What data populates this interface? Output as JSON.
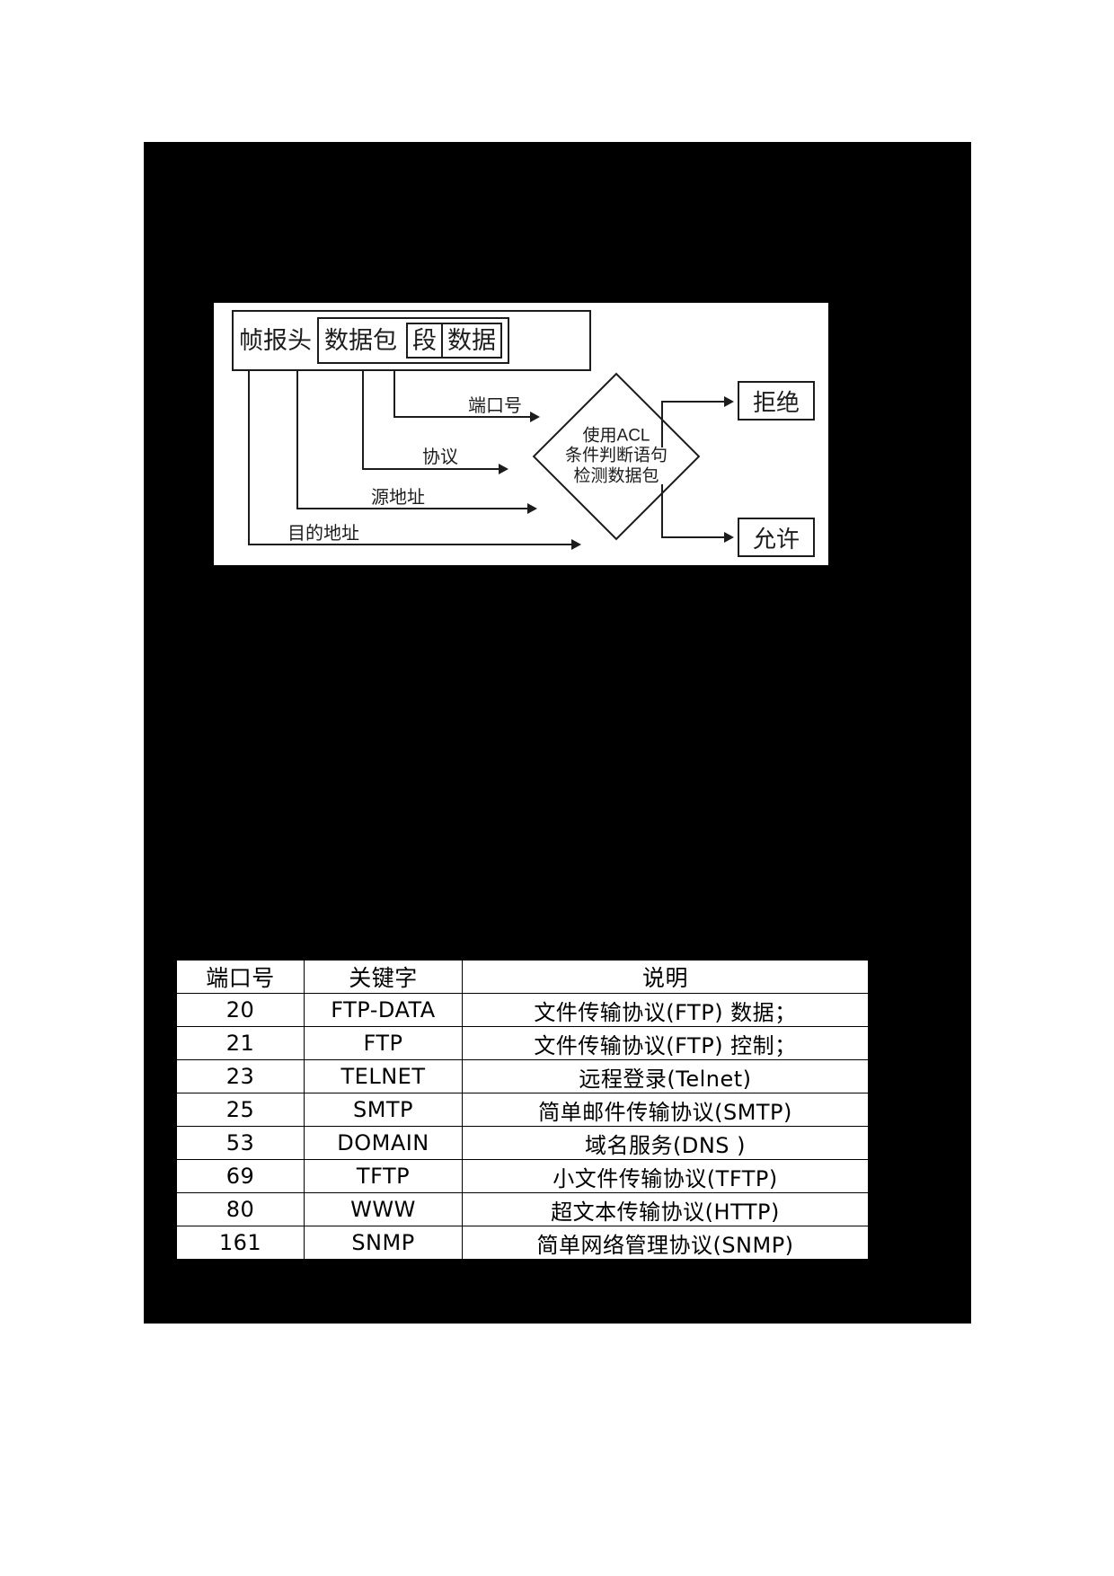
{
  "page": {
    "background": "#ffffff",
    "canvas_color": "#000000"
  },
  "diagram": {
    "packet": {
      "frame_header": "帧报头",
      "data_packet": "数据包",
      "segment": "段",
      "segment_data": "数据"
    },
    "decision": {
      "line1": "使用ACL",
      "line2": "条件判断语句",
      "line3": "检测数据包"
    },
    "flow_labels": {
      "port_number": "端口号",
      "protocol": "协议",
      "source_address": "源地址",
      "destination_address": "目的地址"
    },
    "results": {
      "deny": "拒绝",
      "allow": "允许"
    }
  },
  "port_table": {
    "headers": [
      "端口号",
      "关键字",
      "说明"
    ],
    "rows": [
      {
        "port": "20",
        "keyword": "FTP-DATA",
        "description": "文件传输协议(FTP) 数据；"
      },
      {
        "port": "21",
        "keyword": "FTP",
        "description": "文件传输协议(FTP) 控制；"
      },
      {
        "port": "23",
        "keyword": "TELNET",
        "description": "远程登录(Telnet)"
      },
      {
        "port": "25",
        "keyword": "SMTP",
        "description": "简单邮件传输协议(SMTP)"
      },
      {
        "port": "53",
        "keyword": "DOMAIN",
        "description": "域名服务(DNS )"
      },
      {
        "port": "69",
        "keyword": "TFTP",
        "description": "小文件传输协议(TFTP)"
      },
      {
        "port": "80",
        "keyword": "WWW",
        "description": "超文本传输协议(HTTP)"
      },
      {
        "port": "161",
        "keyword": "SNMP",
        "description": "简单网络管理协议(SNMP)"
      }
    ]
  }
}
